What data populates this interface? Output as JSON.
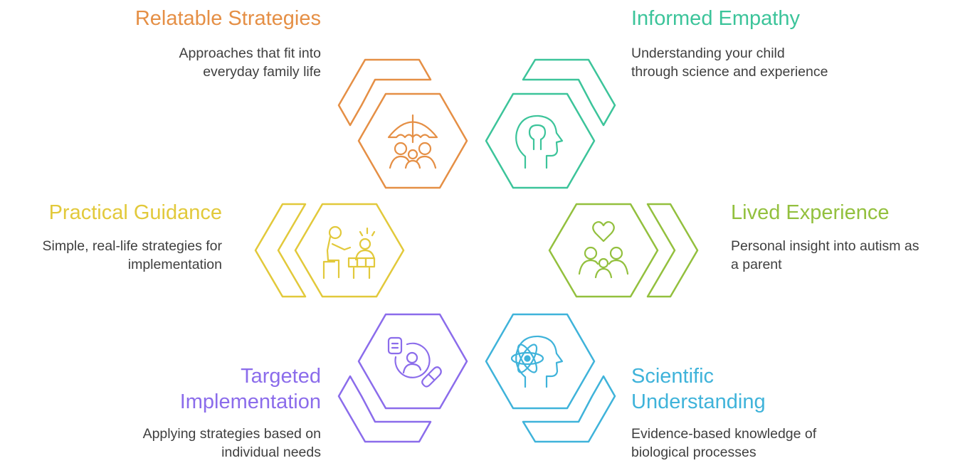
{
  "segments": [
    {
      "id": "relatable",
      "title": "Relatable Strategies",
      "description_lines": [
        "Approaches that fit into",
        "everyday family life"
      ],
      "color": "#E58F45",
      "icon": "umbrella-family-icon"
    },
    {
      "id": "empathy",
      "title": "Informed Empathy",
      "description_lines": [
        "Understanding your child",
        "through science and experience"
      ],
      "color": "#3CC49A",
      "icon": "head-profile-icon"
    },
    {
      "id": "practical",
      "title": "Practical Guidance",
      "description_lines": [
        "Simple, real-life strategies for",
        "implementation"
      ],
      "color": "#E2C93B",
      "icon": "teacher-child-icon"
    },
    {
      "id": "lived",
      "title": "Lived Experience",
      "description_lines": [
        "Personal insight into autism as",
        "a parent"
      ],
      "color": "#93C03E",
      "icon": "heart-family-icon"
    },
    {
      "id": "targeted",
      "title_lines": [
        "Targeted",
        "Implementation"
      ],
      "description_lines": [
        "Applying strategies based on",
        "individual needs"
      ],
      "color": "#8B6CEB",
      "icon": "patient-record-pill-icon"
    },
    {
      "id": "scientific",
      "title_lines": [
        "Scientific",
        "Understanding"
      ],
      "description_lines": [
        "Evidence-based knowledge of",
        "biological processes"
      ],
      "color": "#3FB3DA",
      "icon": "atom-head-icon"
    }
  ]
}
